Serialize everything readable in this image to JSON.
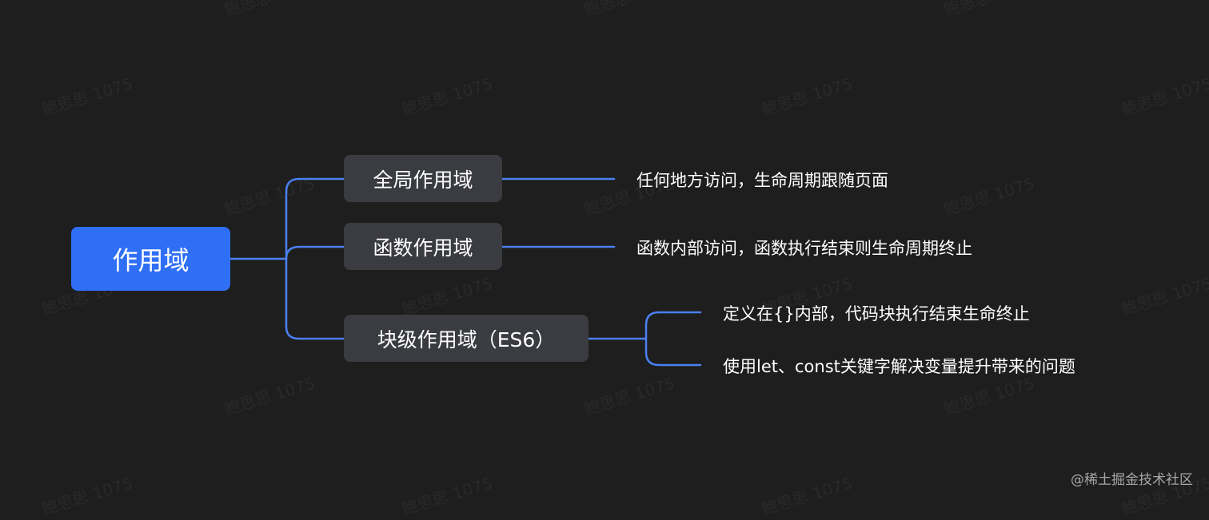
{
  "colors": {
    "background": "#1e1e1f",
    "root": "#2f6ff6",
    "branch": "#3a3c41",
    "link": "#4a80f0",
    "text": "#ffffff"
  },
  "mindmap": {
    "root": "作用域",
    "branches": [
      {
        "label": "全局作用域",
        "leaves": [
          "任何地方访问，生命周期跟随页面"
        ]
      },
      {
        "label": "函数作用域",
        "leaves": [
          "函数内部访问，函数执行结束则生命周期终止"
        ]
      },
      {
        "label": "块级作用域（ES6）",
        "leaves": [
          "定义在{}内部，代码块执行结束生命终止",
          "使用let、const关键字解决变量提升带来的问题"
        ]
      }
    ]
  },
  "watermark": "鲍思思 1075",
  "credit": "@稀土掘金技术社区"
}
